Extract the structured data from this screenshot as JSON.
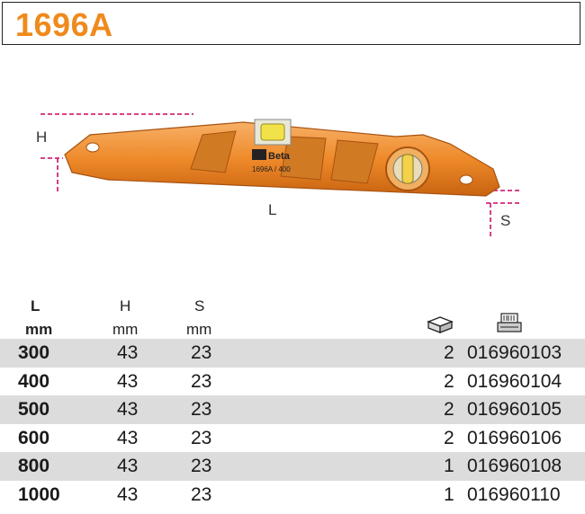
{
  "title": "1696A",
  "labels": {
    "h": "H",
    "l": "L",
    "s": "S"
  },
  "tool": {
    "brand": "Beta",
    "model": "1696A / 400"
  },
  "headers": {
    "l": "L",
    "l_unit": "mm",
    "h": "H",
    "h_unit": "mm",
    "s": "S",
    "s_unit": "mm"
  },
  "icons": {
    "qty": "box-icon",
    "code": "barcode-printer-icon"
  },
  "colors": {
    "orange": "#f08a1c",
    "magenta": "#d4287a",
    "row_shade": "#dcdcdc"
  },
  "rows": [
    {
      "l": "300",
      "h": "43",
      "s": "23",
      "qty": "2",
      "code": "016960103"
    },
    {
      "l": "400",
      "h": "43",
      "s": "23",
      "qty": "2",
      "code": "016960104"
    },
    {
      "l": "500",
      "h": "43",
      "s": "23",
      "qty": "2",
      "code": "016960105"
    },
    {
      "l": "600",
      "h": "43",
      "s": "23",
      "qty": "2",
      "code": "016960106"
    },
    {
      "l": "800",
      "h": "43",
      "s": "23",
      "qty": "1",
      "code": "016960108"
    },
    {
      "l": "1000",
      "h": "43",
      "s": "23",
      "qty": "1",
      "code": "016960110"
    }
  ]
}
